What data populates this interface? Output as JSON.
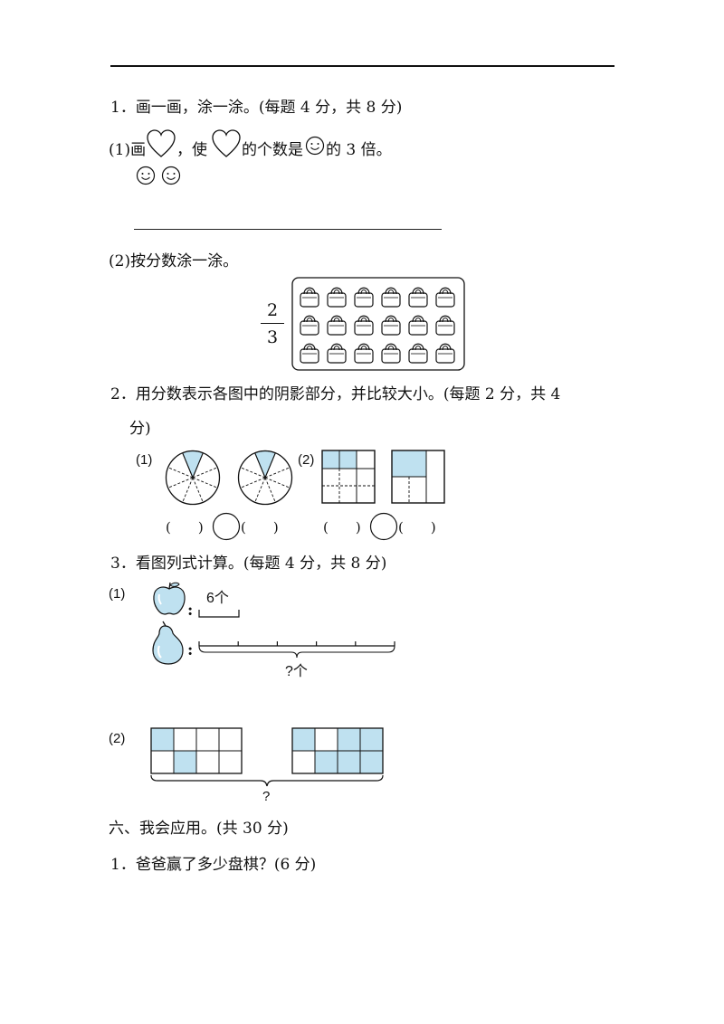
{
  "section_5": {
    "q1": {
      "title": "1．画一画，涂一涂。(每题 4 分，共 8 分)",
      "part1": {
        "prefix": "(1)画",
        "mid1": "，使",
        "mid2": "的个数是",
        "suffix": "的 3 倍。",
        "smiley_count": 2
      },
      "part2": {
        "label": "(2)按分数涂一涂。",
        "fraction_numerator": "2",
        "fraction_denominator": "3",
        "bag_rows": 3,
        "bag_cols": 6
      }
    },
    "q2": {
      "title_line1": "2．用分数表示各图中的阴影部分，并比较大小。(每题 2 分，共 4",
      "title_line2": "分)",
      "part1_label": "(1)",
      "part2_label": "(2)",
      "circle_slices": 8,
      "circle_shaded": 1,
      "compare_paren_left": "(　　)",
      "compare_paren_right": "(　　)"
    },
    "q3": {
      "title": "3．看图列式计算。(每题 4 分，共 8 分)",
      "part1_label": "(1)",
      "colon": ":",
      "apple_count_label": "6个",
      "pear_count_label": "?个",
      "pear_segments": 5,
      "part2_label": "(2)",
      "total_label": "?"
    }
  },
  "section_6": {
    "title": "六、我会应用。(共 30 分)",
    "q1_title": "1．爸爸赢了多少盘棋？(6 分)"
  },
  "colors": {
    "shade": "#bfe1f0",
    "ink": "#111111"
  }
}
